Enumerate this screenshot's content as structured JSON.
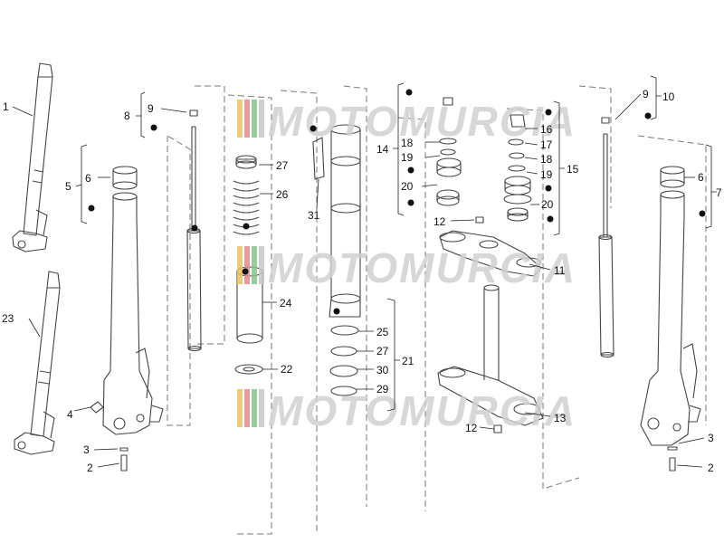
{
  "watermark": {
    "text": "MOTOMURCIA",
    "stripe_colors": [
      "#e9c35a",
      "#e58a8a",
      "#86c28c",
      "#c7c7c7"
    ]
  },
  "colors": {
    "line": "#444444",
    "label": "#111111",
    "watermark": "#d0d0d0"
  },
  "labels": {
    "l1": "1",
    "l23": "23",
    "l9a": "9",
    "l8": "8",
    "l6a": "6",
    "l5": "5",
    "l4": "4",
    "l3a": "3",
    "l2a": "2",
    "l27a": "27",
    "l26": "26",
    "l31": "31",
    "l24": "24",
    "l22": "22",
    "l25": "25",
    "l27b": "27",
    "l30": "30",
    "l29": "29",
    "l21": "21",
    "l18a": "18",
    "l14": "14",
    "l19a": "19",
    "l20a": "20",
    "l12a": "12",
    "l16": "16",
    "l17": "17",
    "l18b": "18",
    "l19b": "19",
    "l20b": "20",
    "l15": "15",
    "l11": "11",
    "l13": "13",
    "l12b": "12",
    "l9b": "9",
    "l10": "10",
    "l6b": "6",
    "l7": "7",
    "l3b": "3",
    "l2b": "2"
  }
}
